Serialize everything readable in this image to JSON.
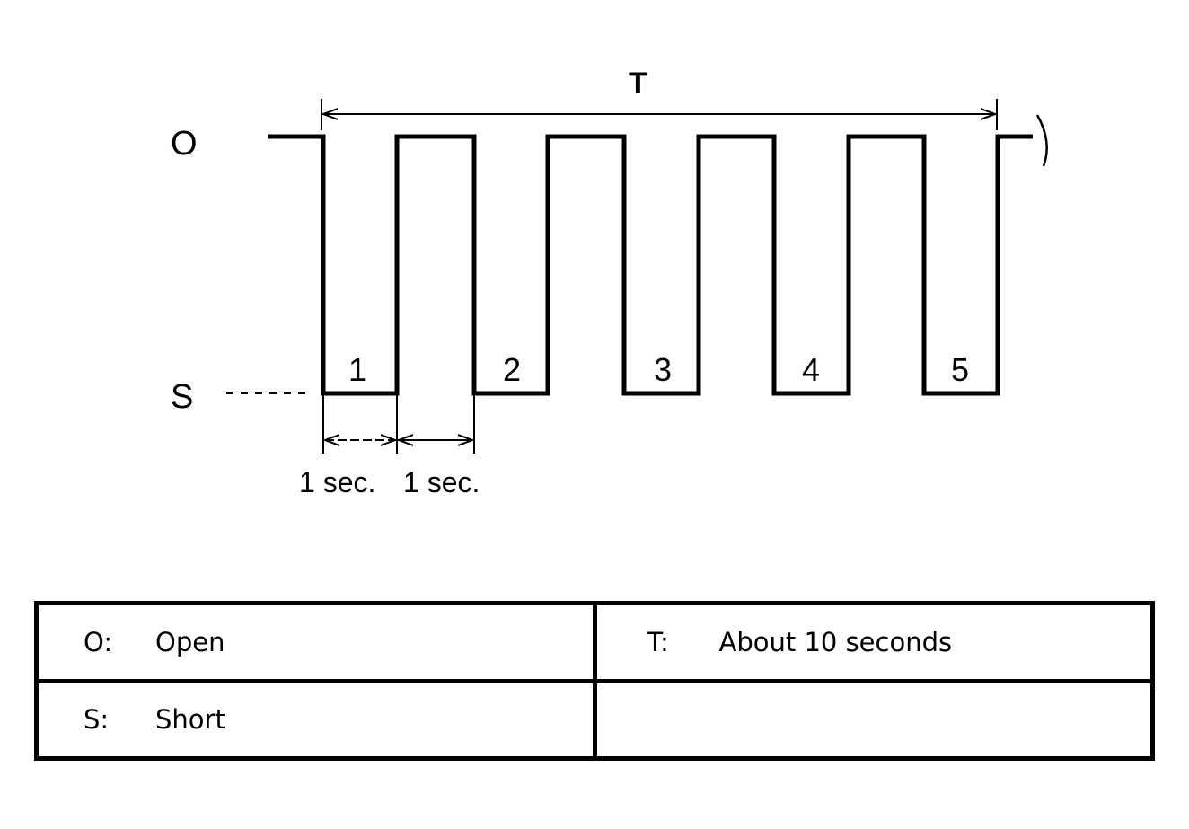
{
  "diagram": {
    "level_open": "O",
    "level_short": "S",
    "period_label": "T",
    "pulses": [
      "1",
      "2",
      "3",
      "4",
      "5"
    ],
    "short_duration_label": "1 sec.",
    "open_duration_label": "1 sec."
  },
  "legend": {
    "rows": [
      {
        "left": {
          "key": "O:",
          "value": "Open"
        },
        "right": {
          "key": "T:",
          "value": "About 10 seconds"
        }
      },
      {
        "left": {
          "key": "S:",
          "value": "Short"
        },
        "right": {
          "key": "",
          "value": ""
        }
      }
    ]
  }
}
